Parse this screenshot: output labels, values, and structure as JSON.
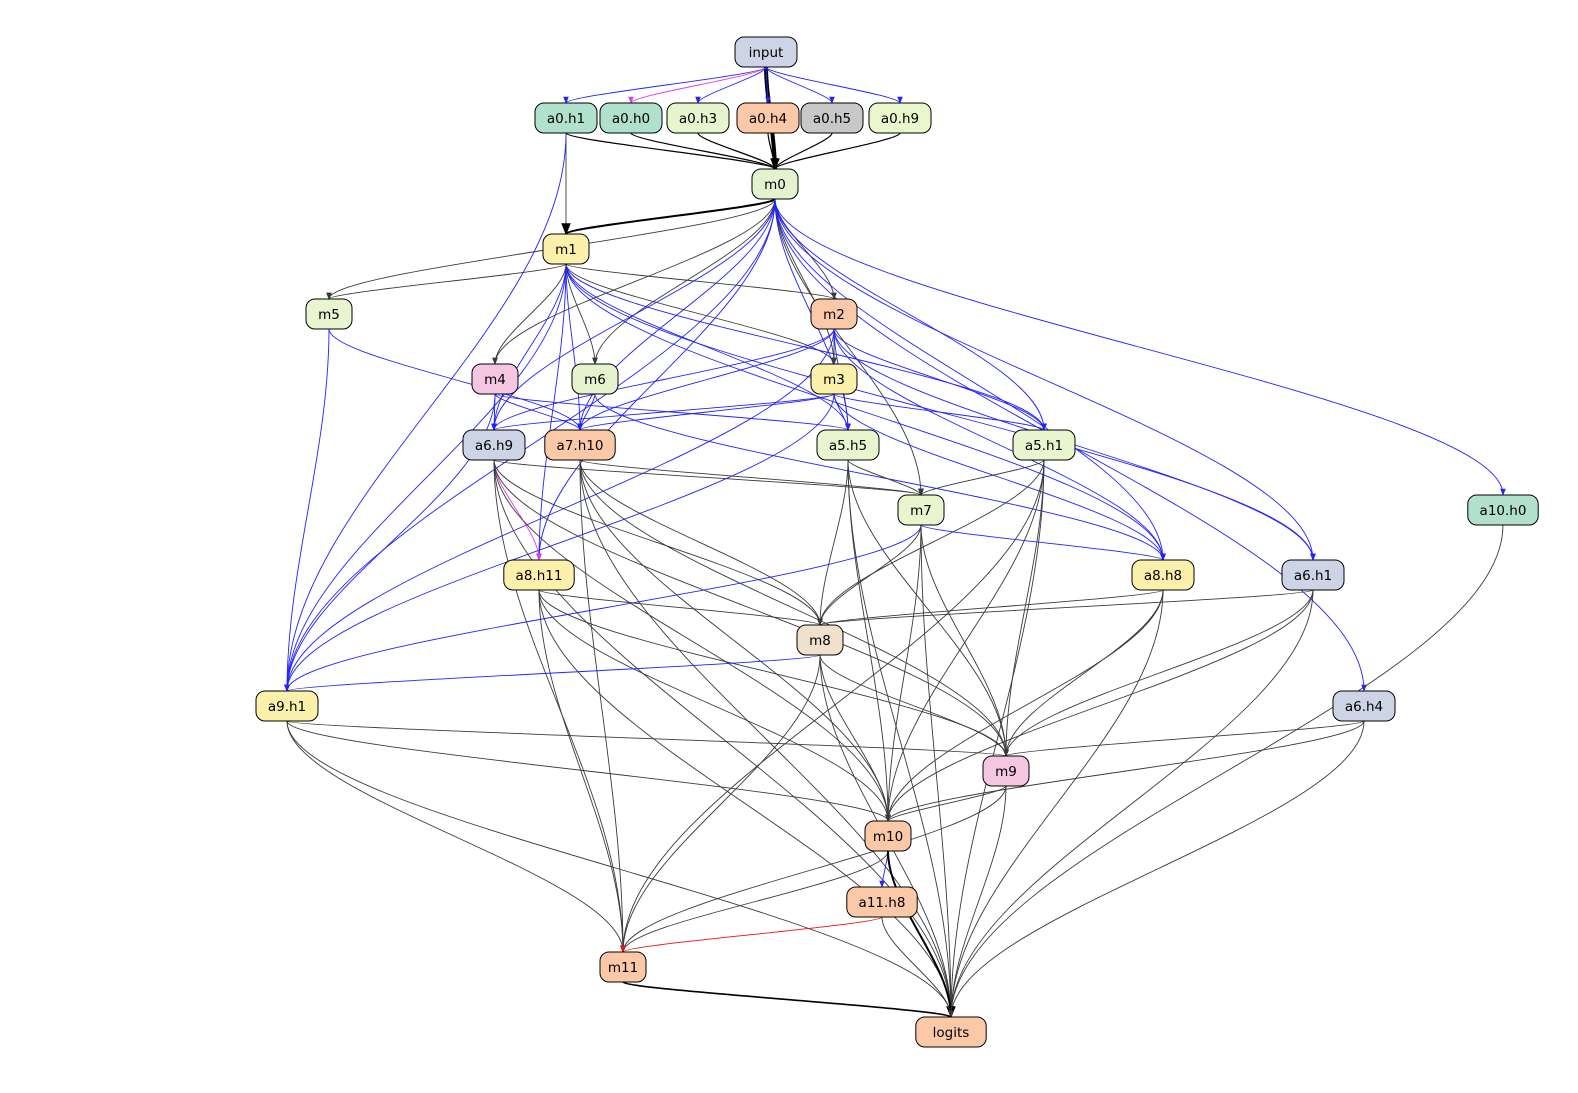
{
  "colors": {
    "blue": "#2222ff",
    "gray": "#3a3a3a",
    "magenta": "#e23ce2",
    "red": "#ee1111",
    "black": "#000000"
  },
  "nodes": [
    {
      "id": "input",
      "label": "input",
      "fill": "#ccd4e6"
    },
    {
      "id": "a0.h1",
      "label": "a0.h1",
      "fill": "#b1e0cc"
    },
    {
      "id": "a0.h0",
      "label": "a0.h0",
      "fill": "#b1e0cc"
    },
    {
      "id": "a0.h3",
      "label": "a0.h3",
      "fill": "#e7f5cf"
    },
    {
      "id": "a0.h4",
      "label": "a0.h4",
      "fill": "#fbc9a8"
    },
    {
      "id": "a0.h5",
      "label": "a0.h5",
      "fill": "#c8c8c8"
    },
    {
      "id": "a0.h9",
      "label": "a0.h9",
      "fill": "#eaf7cc"
    },
    {
      "id": "m0",
      "label": "m0",
      "fill": "#e3f3cf"
    },
    {
      "id": "m1",
      "label": "m1",
      "fill": "#fcf1ab"
    },
    {
      "id": "m5",
      "label": "m5",
      "fill": "#e8f5cf"
    },
    {
      "id": "m2",
      "label": "m2",
      "fill": "#fbc9a8"
    },
    {
      "id": "m4",
      "label": "m4",
      "fill": "#f4c6e2"
    },
    {
      "id": "m6",
      "label": "m6",
      "fill": "#e6f3cf"
    },
    {
      "id": "m3",
      "label": "m3",
      "fill": "#fcf1ab"
    },
    {
      "id": "a6.h9",
      "label": "a6.h9",
      "fill": "#ccd4e6"
    },
    {
      "id": "a7.h10",
      "label": "a7.h10",
      "fill": "#fbc9a8"
    },
    {
      "id": "a5.h5",
      "label": "a5.h5",
      "fill": "#e8f5cf"
    },
    {
      "id": "a5.h1",
      "label": "a5.h1",
      "fill": "#e8f5cf"
    },
    {
      "id": "m7",
      "label": "m7",
      "fill": "#e8f5cf"
    },
    {
      "id": "a10.h0",
      "label": "a10.h0",
      "fill": "#b1e0cc"
    },
    {
      "id": "a8.h11",
      "label": "a8.h11",
      "fill": "#fcf1ab"
    },
    {
      "id": "a8.h8",
      "label": "a8.h8",
      "fill": "#fcf1ab"
    },
    {
      "id": "a6.h1",
      "label": "a6.h1",
      "fill": "#ccd4e6"
    },
    {
      "id": "m8",
      "label": "m8",
      "fill": "#efe1cc"
    },
    {
      "id": "a9.h1",
      "label": "a9.h1",
      "fill": "#fcf1ab"
    },
    {
      "id": "a6.h4",
      "label": "a6.h4",
      "fill": "#ccd4e6"
    },
    {
      "id": "m9",
      "label": "m9",
      "fill": "#f4c6e2"
    },
    {
      "id": "m10",
      "label": "m10",
      "fill": "#fbc9a8"
    },
    {
      "id": "a11.h8",
      "label": "a11.h8",
      "fill": "#fbc9a8"
    },
    {
      "id": "m11",
      "label": "m11",
      "fill": "#fbc9a8"
    },
    {
      "id": "logits",
      "label": "logits",
      "fill": "#fbc9a8"
    }
  ],
  "edges": [
    {
      "from": "input",
      "to": "m0",
      "color": "black",
      "weight": 4
    },
    {
      "from": "input",
      "to": "a0.h1",
      "color": "blue"
    },
    {
      "from": "input",
      "to": "a0.h0",
      "color": "magenta"
    },
    {
      "from": "input",
      "to": "a0.h3",
      "color": "blue"
    },
    {
      "from": "input",
      "to": "a0.h4",
      "color": "blue"
    },
    {
      "from": "input",
      "to": "a0.h5",
      "color": "blue"
    },
    {
      "from": "input",
      "to": "a0.h9",
      "color": "blue"
    },
    {
      "from": "a0.h1",
      "to": "m0",
      "color": "black",
      "weight": 1.2
    },
    {
      "from": "a0.h0",
      "to": "m0",
      "color": "black",
      "weight": 1.2
    },
    {
      "from": "a0.h3",
      "to": "m0",
      "color": "black",
      "weight": 1.2
    },
    {
      "from": "a0.h4",
      "to": "m0",
      "color": "black",
      "weight": 1.2
    },
    {
      "from": "a0.h5",
      "to": "m0",
      "color": "black",
      "weight": 1.2
    },
    {
      "from": "a0.h9",
      "to": "m0",
      "color": "black",
      "weight": 1.2
    },
    {
      "from": "a0.h1",
      "to": "m1",
      "color": "gray"
    },
    {
      "from": "a0.h1",
      "to": "a9.h1",
      "color": "blue"
    },
    {
      "from": "m0",
      "to": "m1",
      "color": "black",
      "weight": 2
    },
    {
      "from": "m0",
      "to": "m5",
      "color": "gray"
    },
    {
      "from": "m0",
      "to": "m4",
      "color": "gray"
    },
    {
      "from": "m0",
      "to": "m6",
      "color": "gray"
    },
    {
      "from": "m0",
      "to": "m2",
      "color": "gray"
    },
    {
      "from": "m0",
      "to": "m3",
      "color": "gray"
    },
    {
      "from": "m0",
      "to": "a6.h9",
      "color": "blue"
    },
    {
      "from": "m0",
      "to": "a7.h10",
      "color": "blue"
    },
    {
      "from": "m0",
      "to": "a5.h5",
      "color": "blue"
    },
    {
      "from": "m0",
      "to": "a5.h1",
      "color": "blue"
    },
    {
      "from": "m0",
      "to": "m7",
      "color": "gray"
    },
    {
      "from": "m0",
      "to": "a8.h8",
      "color": "blue"
    },
    {
      "from": "m0",
      "to": "a6.h1",
      "color": "blue"
    },
    {
      "from": "m0",
      "to": "a6.h4",
      "color": "blue"
    },
    {
      "from": "m0",
      "to": "a10.h0",
      "color": "blue"
    },
    {
      "from": "m0",
      "to": "a9.h1",
      "color": "blue"
    },
    {
      "from": "m0",
      "to": "a8.h11",
      "color": "blue"
    },
    {
      "from": "m1",
      "to": "m5",
      "color": "gray"
    },
    {
      "from": "m1",
      "to": "m2",
      "color": "gray"
    },
    {
      "from": "m1",
      "to": "m4",
      "color": "gray"
    },
    {
      "from": "m1",
      "to": "m6",
      "color": "gray"
    },
    {
      "from": "m1",
      "to": "m3",
      "color": "gray"
    },
    {
      "from": "m1",
      "to": "a6.h9",
      "color": "blue"
    },
    {
      "from": "m1",
      "to": "a7.h10",
      "color": "blue"
    },
    {
      "from": "m1",
      "to": "a5.h5",
      "color": "blue"
    },
    {
      "from": "m1",
      "to": "a5.h1",
      "color": "blue"
    },
    {
      "from": "m1",
      "to": "a8.h8",
      "color": "blue"
    },
    {
      "from": "m1",
      "to": "a6.h1",
      "color": "blue"
    },
    {
      "from": "m1",
      "to": "a9.h1",
      "color": "blue"
    },
    {
      "from": "m1",
      "to": "a8.h11",
      "color": "blue"
    },
    {
      "from": "m5",
      "to": "a7.h10",
      "color": "blue"
    },
    {
      "from": "m5",
      "to": "a9.h1",
      "color": "blue"
    },
    {
      "from": "m2",
      "to": "m3",
      "color": "gray"
    },
    {
      "from": "m2",
      "to": "a6.h9",
      "color": "blue"
    },
    {
      "from": "m2",
      "to": "a7.h10",
      "color": "blue"
    },
    {
      "from": "m2",
      "to": "a5.h5",
      "color": "blue"
    },
    {
      "from": "m2",
      "to": "a5.h1",
      "color": "blue"
    },
    {
      "from": "m2",
      "to": "a8.h8",
      "color": "blue"
    },
    {
      "from": "m2",
      "to": "a6.h1",
      "color": "blue"
    },
    {
      "from": "m2",
      "to": "a9.h1",
      "color": "blue"
    },
    {
      "from": "m4",
      "to": "a6.h9",
      "color": "blue"
    },
    {
      "from": "m4",
      "to": "a7.h10",
      "color": "blue"
    },
    {
      "from": "m4",
      "to": "a5.h5",
      "color": "blue"
    },
    {
      "from": "m4",
      "to": "a9.h1",
      "color": "blue"
    },
    {
      "from": "m6",
      "to": "a7.h10",
      "color": "blue"
    },
    {
      "from": "m6",
      "to": "a8.h8",
      "color": "blue"
    },
    {
      "from": "m3",
      "to": "a6.h9",
      "color": "blue"
    },
    {
      "from": "m3",
      "to": "a7.h10",
      "color": "blue"
    },
    {
      "from": "m3",
      "to": "a5.h5",
      "color": "blue"
    },
    {
      "from": "m3",
      "to": "a5.h1",
      "color": "blue"
    },
    {
      "from": "m3",
      "to": "a8.h8",
      "color": "blue"
    },
    {
      "from": "m3",
      "to": "a9.h1",
      "color": "blue"
    },
    {
      "from": "a6.h9",
      "to": "a8.h11",
      "color": "magenta"
    },
    {
      "from": "a6.h9",
      "to": "m7",
      "color": "gray"
    },
    {
      "from": "a6.h9",
      "to": "m8",
      "color": "gray"
    },
    {
      "from": "a6.h9",
      "to": "m9",
      "color": "gray"
    },
    {
      "from": "a6.h9",
      "to": "m10",
      "color": "gray"
    },
    {
      "from": "a6.h9",
      "to": "m11",
      "color": "gray"
    },
    {
      "from": "a6.h9",
      "to": "logits",
      "color": "gray"
    },
    {
      "from": "a7.h10",
      "to": "m7",
      "color": "gray"
    },
    {
      "from": "a7.h10",
      "to": "m8",
      "color": "gray"
    },
    {
      "from": "a7.h10",
      "to": "m9",
      "color": "gray"
    },
    {
      "from": "a7.h10",
      "to": "m10",
      "color": "gray"
    },
    {
      "from": "a7.h10",
      "to": "m11",
      "color": "gray"
    },
    {
      "from": "a7.h10",
      "to": "logits",
      "color": "gray"
    },
    {
      "from": "a5.h5",
      "to": "m7",
      "color": "gray"
    },
    {
      "from": "a5.h5",
      "to": "m8",
      "color": "gray"
    },
    {
      "from": "a5.h5",
      "to": "m9",
      "color": "gray"
    },
    {
      "from": "a5.h5",
      "to": "m10",
      "color": "gray"
    },
    {
      "from": "a5.h5",
      "to": "logits",
      "color": "gray"
    },
    {
      "from": "a5.h1",
      "to": "m7",
      "color": "gray"
    },
    {
      "from": "a5.h1",
      "to": "m8",
      "color": "gray"
    },
    {
      "from": "a5.h1",
      "to": "m9",
      "color": "gray"
    },
    {
      "from": "a5.h1",
      "to": "m10",
      "color": "gray"
    },
    {
      "from": "a5.h1",
      "to": "m11",
      "color": "gray"
    },
    {
      "from": "a5.h1",
      "to": "logits",
      "color": "gray"
    },
    {
      "from": "m7",
      "to": "a8.h8",
      "color": "blue"
    },
    {
      "from": "m7",
      "to": "a9.h1",
      "color": "blue"
    },
    {
      "from": "m7",
      "to": "m8",
      "color": "gray"
    },
    {
      "from": "m7",
      "to": "m9",
      "color": "gray"
    },
    {
      "from": "m7",
      "to": "m10",
      "color": "gray"
    },
    {
      "from": "m7",
      "to": "logits",
      "color": "gray"
    },
    {
      "from": "a8.h11",
      "to": "m8",
      "color": "gray"
    },
    {
      "from": "a8.h11",
      "to": "m9",
      "color": "gray"
    },
    {
      "from": "a8.h11",
      "to": "m10",
      "color": "gray"
    },
    {
      "from": "a8.h11",
      "to": "m11",
      "color": "gray"
    },
    {
      "from": "a8.h11",
      "to": "logits",
      "color": "gray"
    },
    {
      "from": "a8.h8",
      "to": "m8",
      "color": "gray"
    },
    {
      "from": "a8.h8",
      "to": "m9",
      "color": "gray"
    },
    {
      "from": "a8.h8",
      "to": "m10",
      "color": "gray"
    },
    {
      "from": "a8.h8",
      "to": "logits",
      "color": "gray"
    },
    {
      "from": "a6.h1",
      "to": "m8",
      "color": "gray"
    },
    {
      "from": "a6.h1",
      "to": "m9",
      "color": "gray"
    },
    {
      "from": "a6.h1",
      "to": "m10",
      "color": "gray"
    },
    {
      "from": "a6.h1",
      "to": "logits",
      "color": "gray"
    },
    {
      "from": "m8",
      "to": "a9.h1",
      "color": "blue"
    },
    {
      "from": "m8",
      "to": "m9",
      "color": "gray"
    },
    {
      "from": "m8",
      "to": "m10",
      "color": "gray"
    },
    {
      "from": "m8",
      "to": "m11",
      "color": "gray"
    },
    {
      "from": "m8",
      "to": "logits",
      "color": "gray"
    },
    {
      "from": "a9.h1",
      "to": "m9",
      "color": "gray"
    },
    {
      "from": "a9.h1",
      "to": "m10",
      "color": "gray"
    },
    {
      "from": "a9.h1",
      "to": "m11",
      "color": "gray"
    },
    {
      "from": "a9.h1",
      "to": "logits",
      "color": "gray"
    },
    {
      "from": "a6.h4",
      "to": "m9",
      "color": "gray"
    },
    {
      "from": "a6.h4",
      "to": "m10",
      "color": "gray"
    },
    {
      "from": "a6.h4",
      "to": "logits",
      "color": "gray"
    },
    {
      "from": "m9",
      "to": "m10",
      "color": "gray"
    },
    {
      "from": "m9",
      "to": "m11",
      "color": "gray"
    },
    {
      "from": "m9",
      "to": "logits",
      "color": "gray"
    },
    {
      "from": "m10",
      "to": "a11.h8",
      "color": "blue"
    },
    {
      "from": "m10",
      "to": "m11",
      "color": "gray"
    },
    {
      "from": "m10",
      "to": "logits",
      "color": "black",
      "weight": 2
    },
    {
      "from": "a11.h8",
      "to": "m11",
      "color": "red"
    },
    {
      "from": "a11.h8",
      "to": "logits",
      "color": "gray"
    },
    {
      "from": "m11",
      "to": "logits",
      "color": "black",
      "weight": 1.6
    },
    {
      "from": "a10.h0",
      "to": "logits",
      "color": "gray"
    }
  ]
}
